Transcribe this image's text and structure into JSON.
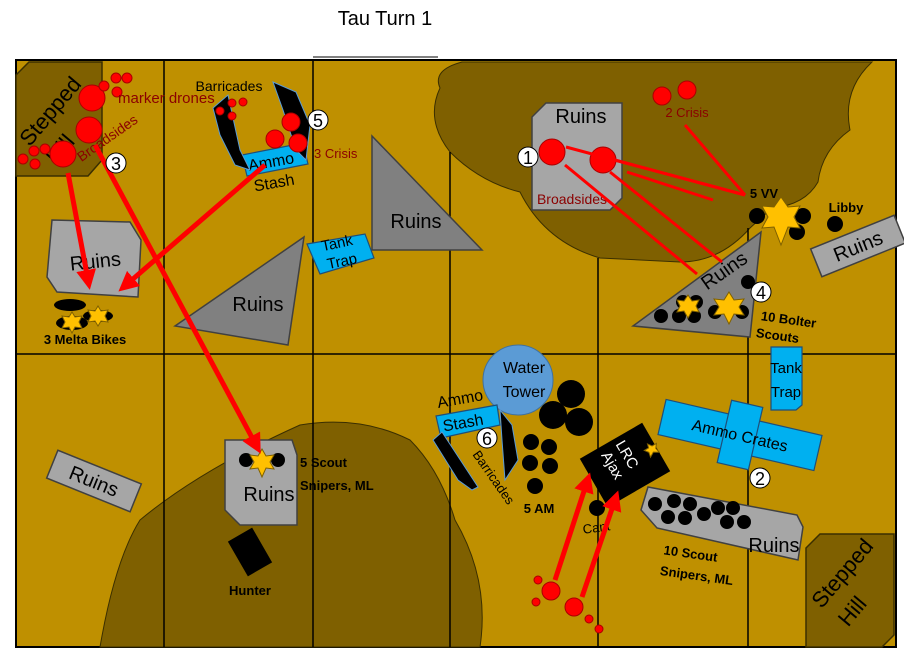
{
  "title": "Tau Turn 1",
  "colors": {
    "ground": "#bf9000",
    "dark_ground": "#7f6000",
    "ruins": "#a6a6a6",
    "objective": "#00b0f0",
    "tau": "#ff0000",
    "marine": "#000000",
    "character": "#ffc000",
    "water": "#5b9bd5"
  },
  "terrain": {
    "stepped_hill_1": "Stepped",
    "stepped_hill_1b": "Hill",
    "stepped_hill_2": "Stepped",
    "stepped_hill_2b": "Hill",
    "ruins": "Ruins",
    "barricades": "Barricades",
    "ammo": "Ammo",
    "stash": "Stash",
    "tank": "Tank",
    "trap": "Trap",
    "water": "Water",
    "tower": "Tower",
    "ammo_crates": "Ammo Crates"
  },
  "tau_units": {
    "marker_drones": "marker drones",
    "broadsides": "Broadsides",
    "crisis_3": "3 Crisis",
    "crisis_2": "2 Crisis"
  },
  "marine_units": {
    "melta_bikes": "3 Melta Bikes",
    "vv": "5 VV",
    "libby": "Libby",
    "bolter_scouts_1": "10 Bolter",
    "bolter_scouts_2": "Scouts",
    "scout_snipers_a1": "5 Scout",
    "scout_snipers_a2": "Snipers, ML",
    "hunter": "Hunter",
    "am": "5 AM",
    "cant": "Cant",
    "lrc_1": "LRC",
    "lrc_2": "Ajax",
    "scout_snipers_b1": "10 Scout",
    "scout_snipers_b2": "Snipers, ML"
  },
  "markers": [
    "1",
    "2",
    "3",
    "4",
    "5",
    "6"
  ]
}
